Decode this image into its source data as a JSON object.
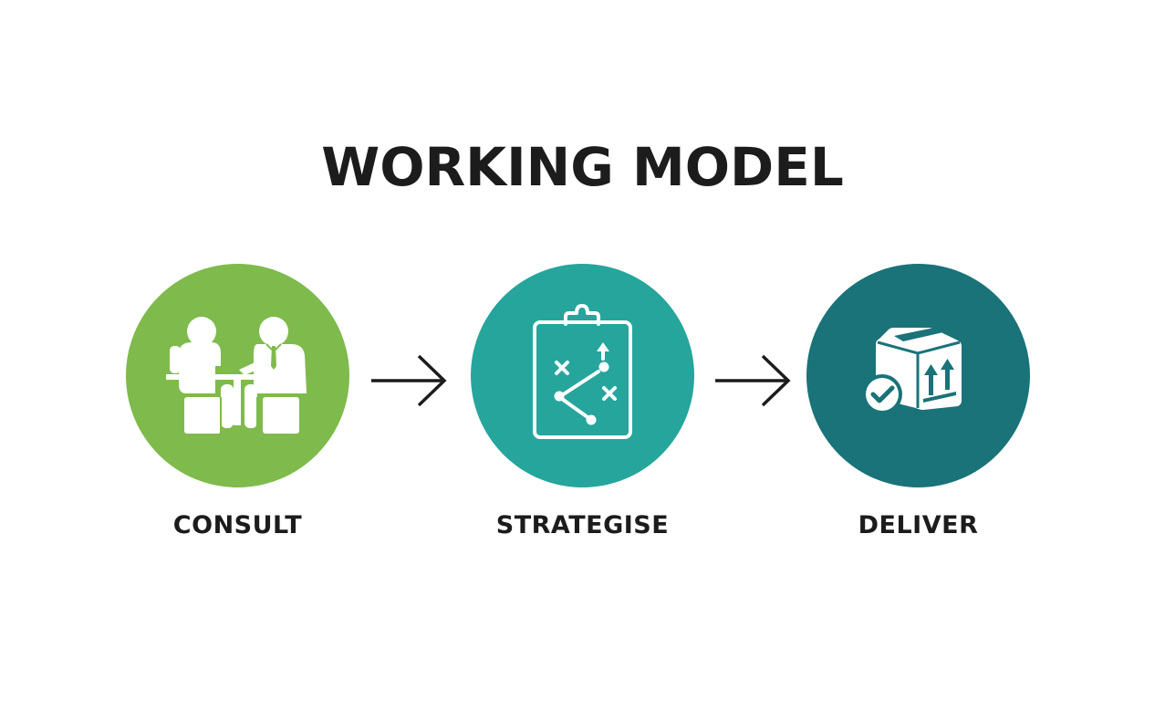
{
  "title": "WORKING MODEL",
  "steps": [
    {
      "label": "CONSULT",
      "icon": "meeting-icon",
      "color": "#7fba4c"
    },
    {
      "label": "STRATEGISE",
      "icon": "clipboard-strategy-icon",
      "color": "#26a59c"
    },
    {
      "label": "DELIVER",
      "icon": "package-delivered-icon",
      "color": "#197378"
    }
  ],
  "arrow_icon": "arrow-right-icon",
  "text_color": "#1c1c1c"
}
